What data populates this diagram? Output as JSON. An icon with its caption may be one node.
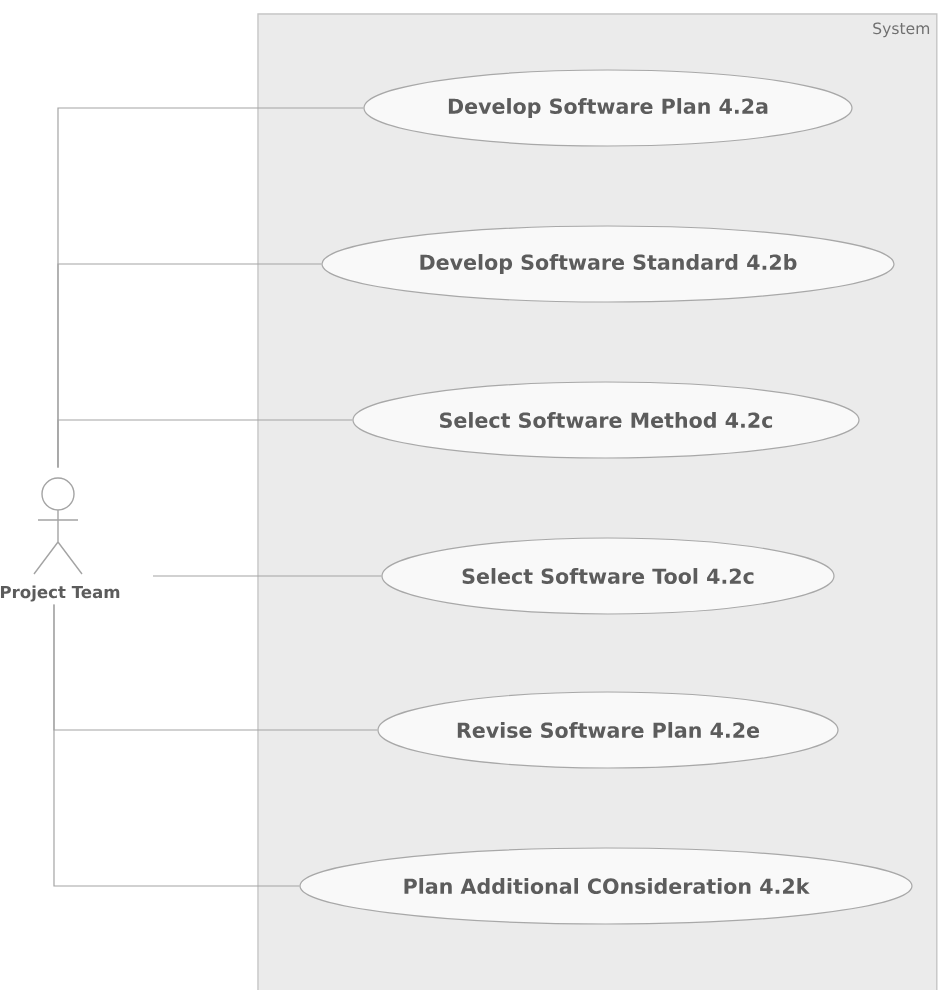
{
  "diagram": {
    "nodes": [
      {
        "text": [
          "System"
        ]
      },
      {
        "text": [
          "Develop Software Plan 4.2a"
        ],
        "in": 0
      },
      {
        "text": [
          "Develop Software Standard 4.2b"
        ],
        "in": 0
      },
      {
        "text": [
          "Select Software Method 4.2c"
        ],
        "in": 0
      },
      {
        "text": [
          "Select Software Tool 4.2c"
        ],
        "in": 0
      },
      {
        "text": [
          "Revise Software Plan 4.2e"
        ],
        "in": 0
      },
      {
        "text": [
          "Plan Additional COnsideration 4.2k"
        ],
        "in": 0
      },
      {
        "text": [
          "Project Team"
        ]
      }
    ],
    "edges": [
      {
        "from": 7,
        "to": 1,
        "arrow": "none"
      },
      {
        "from": 7,
        "to": 2,
        "arrow": "none"
      },
      {
        "from": 7,
        "to": 3,
        "arrow": "none"
      },
      {
        "from": 7,
        "to": 4,
        "arrow": "none"
      },
      {
        "from": 7,
        "to": 5,
        "arrow": "none"
      },
      {
        "from": 7,
        "to": 6,
        "arrow": "none"
      }
    ]
  }
}
